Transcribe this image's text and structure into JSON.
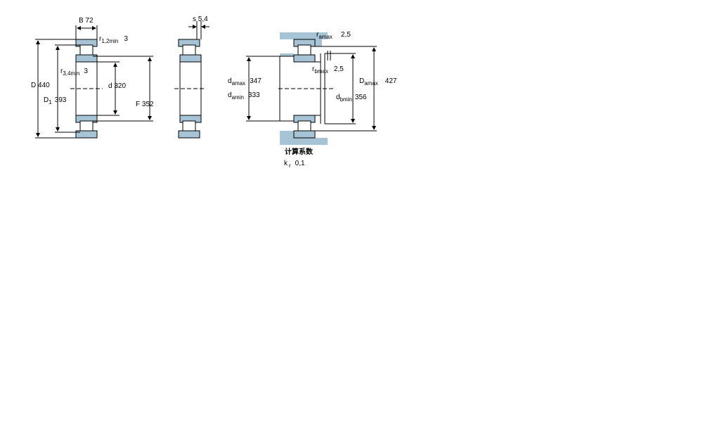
{
  "colors": {
    "part": "#a7c3d6",
    "housing": "#a7c3d6",
    "line": "#000000",
    "background": "#ffffff"
  },
  "view1": {
    "B": {
      "symbol": "B",
      "value": "72"
    },
    "r12": {
      "symbol": "r",
      "sub": "1,2min",
      "value": "3"
    },
    "r34": {
      "symbol": "r",
      "sub": "3,4min",
      "value": "3"
    },
    "D": {
      "symbol": "D",
      "value": "440"
    },
    "D1": {
      "symbol": "D",
      "sub": "1",
      "value": "393"
    },
    "d": {
      "symbol": "d",
      "value": "320"
    },
    "F": {
      "symbol": "F",
      "value": "352"
    }
  },
  "view2": {
    "s": {
      "symbol": "s",
      "value": "5,4"
    }
  },
  "view3": {
    "ra": {
      "symbol": "r",
      "sub": "amax",
      "value": "2,5"
    },
    "rb": {
      "symbol": "r",
      "sub": "bmax",
      "value": "2,5"
    },
    "da_max": {
      "symbol": "d",
      "sub": "amax",
      "value": "347"
    },
    "da_min": {
      "symbol": "d",
      "sub": "amin",
      "value": "333"
    },
    "Da_max": {
      "symbol": "D",
      "sub": "amax",
      "value": "427"
    },
    "db_min": {
      "symbol": "d",
      "sub": "bmin",
      "value": "356"
    },
    "calc_title": "计算系数",
    "kr": {
      "symbol": "k",
      "sub": "r",
      "value": "0,1"
    }
  }
}
